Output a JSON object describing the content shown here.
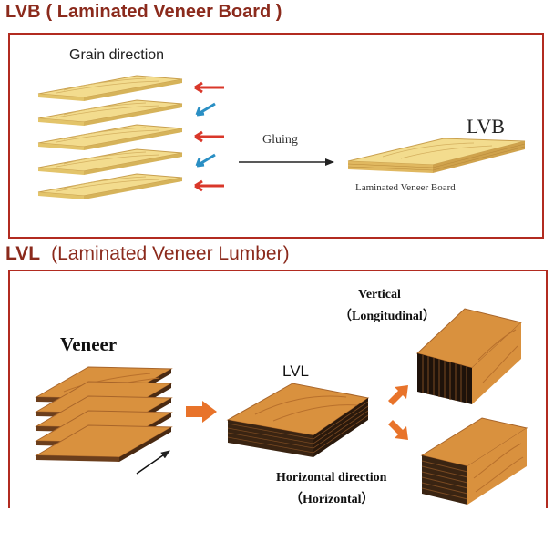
{
  "lvb": {
    "code": "LVB",
    "name": "( Laminated Veneer Board )",
    "grain_label": "Grain direction",
    "process_label": "Gluing",
    "result_label": "LVB",
    "result_caption": "Laminated Veneer Board"
  },
  "lvl": {
    "code": "LVL",
    "name": "(Laminated Veneer Lumber)",
    "veneer_label": "Veneer",
    "result_label": "LVL",
    "vertical_label": "Vertical",
    "vertical_sub": "（Longitudinal）",
    "horizontal_label": "Horizontal direction",
    "horizontal_sub": "（Horizontal）"
  },
  "colors": {
    "frame": "#b22b20",
    "title": "#8b2a1c",
    "veneer_light": "#f3dc8e",
    "wood": "#d9913e",
    "red_arrow": "#d9372a",
    "blue_arrow": "#2a8fc4",
    "orange_arrow": "#e8732a"
  }
}
